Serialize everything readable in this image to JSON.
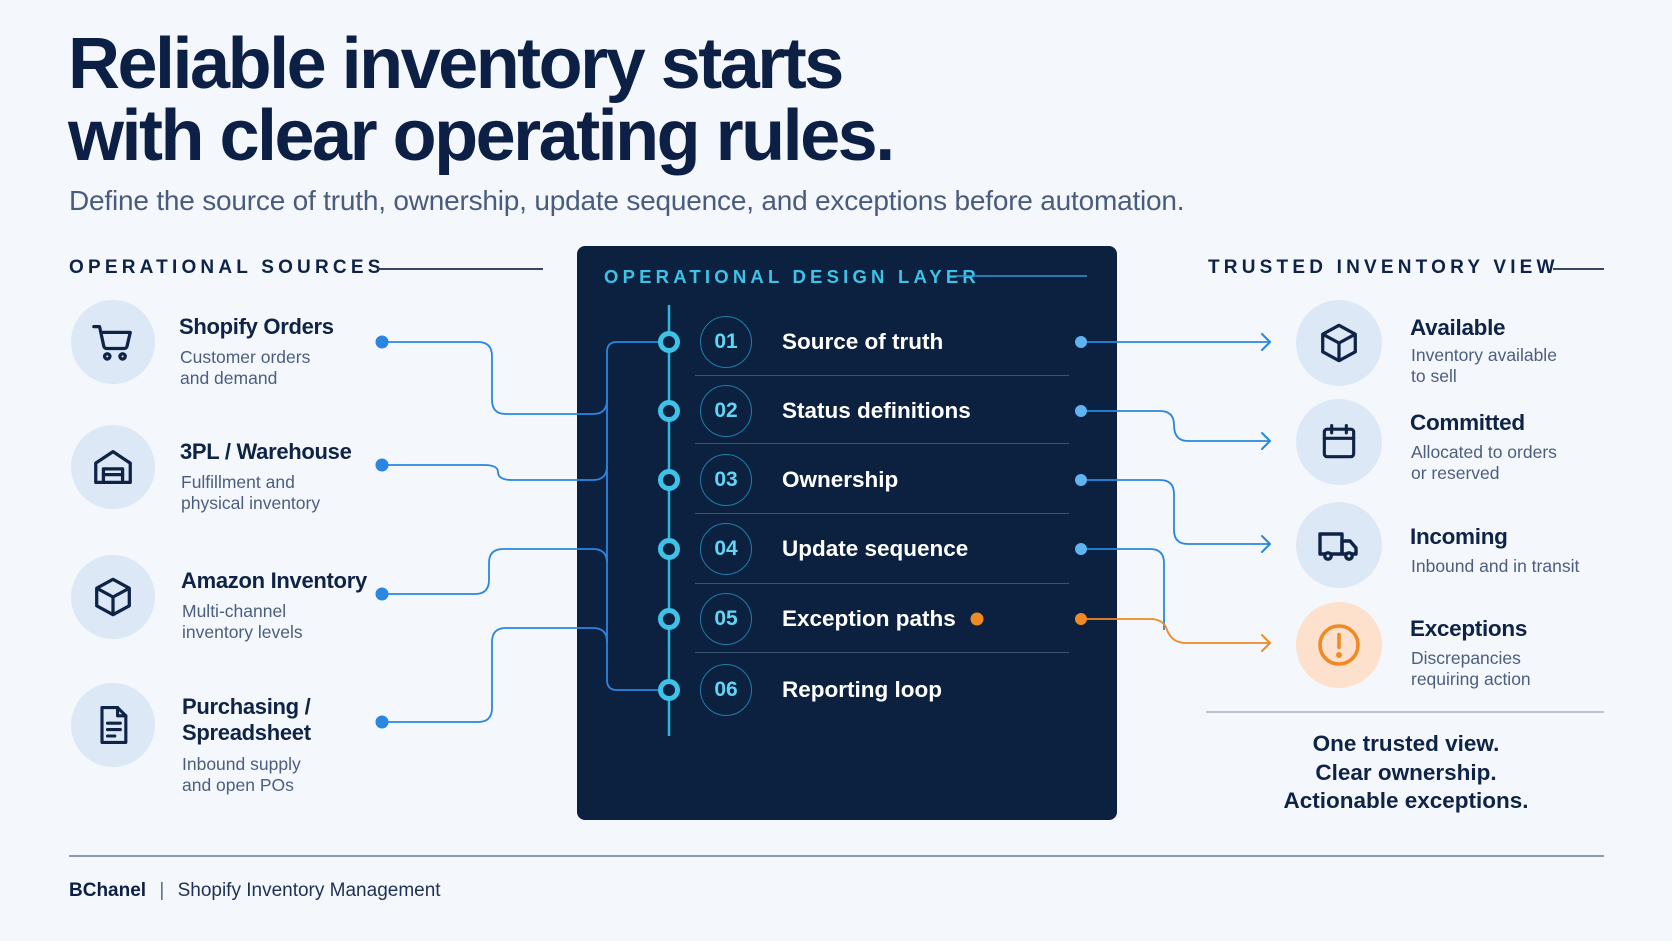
{
  "header": {
    "title_line1": "Reliable inventory starts",
    "title_line2": "with clear operating rules.",
    "subtitle": "Define the source of truth, ownership, update sequence, and exceptions before automation."
  },
  "sources": {
    "label": "OPERATIONAL SOURCES",
    "items": [
      {
        "title": "Shopify Orders",
        "desc1": "Customer orders",
        "desc2": "and demand",
        "icon": "shopping-cart-icon"
      },
      {
        "title": "3PL / Warehouse",
        "desc1": "Fulfillment and",
        "desc2": "physical inventory",
        "icon": "warehouse-icon"
      },
      {
        "title": "Amazon Inventory",
        "desc1": "Multi-channel",
        "desc2": "inventory levels",
        "icon": "box-icon"
      },
      {
        "title_line1": "Purchasing /",
        "title_line2": "Spreadsheet",
        "desc1": "Inbound supply",
        "desc2": "and open POs",
        "icon": "document-icon"
      }
    ]
  },
  "design_layer": {
    "label": "OPERATIONAL DESIGN LAYER",
    "steps": [
      {
        "num": "01",
        "label": "Source of truth"
      },
      {
        "num": "02",
        "label": "Status definitions"
      },
      {
        "num": "03",
        "label": "Ownership"
      },
      {
        "num": "04",
        "label": "Update sequence"
      },
      {
        "num": "05",
        "label": "Exception paths"
      },
      {
        "num": "06",
        "label": "Reporting loop"
      }
    ]
  },
  "outputs": {
    "label": "TRUSTED INVENTORY VIEW",
    "items": [
      {
        "title": "Available",
        "desc1": "Inventory available",
        "desc2": "to sell",
        "icon": "box-icon"
      },
      {
        "title": "Committed",
        "desc1": "Allocated to orders",
        "desc2": "or reserved",
        "icon": "calendar-icon"
      },
      {
        "title": "Incoming",
        "desc1": "Inbound and in transit",
        "desc2": "",
        "icon": "truck-icon"
      },
      {
        "title": "Exceptions",
        "desc1": "Discrepancies",
        "desc2": "requiring action",
        "icon": "alert-icon"
      }
    ],
    "summary_line1": "One trusted view.",
    "summary_line2": "Clear ownership.",
    "summary_line3": "Actionable exceptions."
  },
  "colors": {
    "navy": "#0c2140",
    "accent_blue": "#2a86e0",
    "accent_cyan": "#3ec3e8",
    "accent_orange": "#f08a24"
  },
  "footer": {
    "brand": "BChanel",
    "separator": "|",
    "product": "Shopify Inventory Management"
  }
}
